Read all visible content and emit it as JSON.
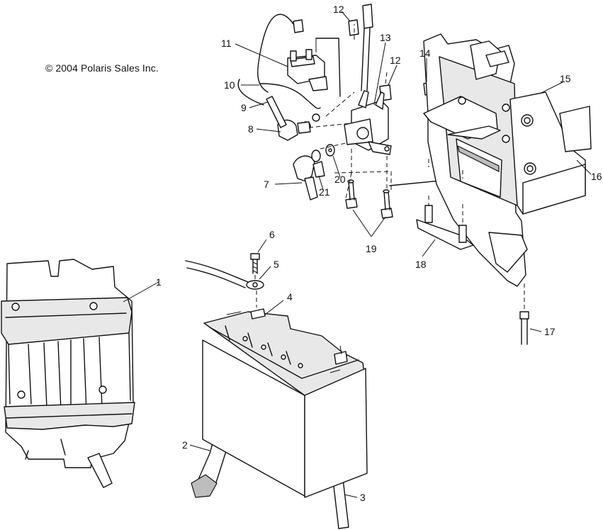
{
  "copyright": "© 2004 Polaris Sales Inc.",
  "callouts": {
    "c1": "1",
    "c2": "2",
    "c3": "3",
    "c4": "4",
    "c5": "5",
    "c6": "6",
    "c7": "7",
    "c8": "8",
    "c9": "9",
    "c10": "10",
    "c11": "11",
    "c12a": "12",
    "c12b": "12",
    "c13": "13",
    "c14": "14",
    "c15": "15",
    "c16": "16",
    "c17": "17",
    "c18": "18",
    "c19": "19",
    "c20": "20",
    "c21": "21"
  }
}
